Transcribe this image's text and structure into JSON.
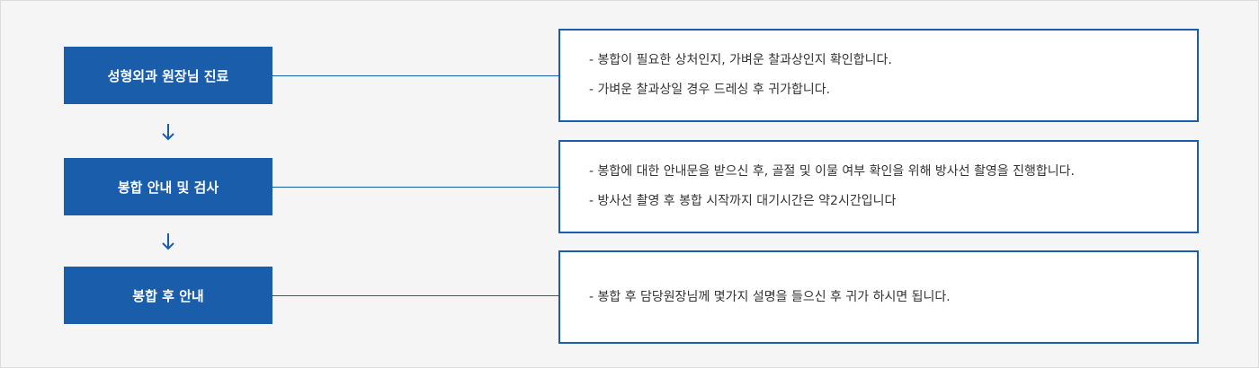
{
  "colors": {
    "accent": "#1a5dab",
    "background": "#f5f5f5",
    "text": "#333333"
  },
  "steps": [
    {
      "label": "성형외과 원장님 진료",
      "details": [
        "- 봉합이 필요한 상처인지, 가벼운 찰과상인지 확인합니다.",
        "- 가벼운 찰과상일 경우 드레싱 후 귀가합니다."
      ]
    },
    {
      "label": "봉합 안내 및 검사",
      "details": [
        "- 봉합에 대한 안내문을 받으신 후, 골절 및 이물 여부 확인을 위해 방사선 촬영을 진행합니다.",
        "- 방사선 촬영 후 봉합 시작까지 대기시간은 약2시간입니다"
      ]
    },
    {
      "label": "봉합 후 안내",
      "details": [
        "- 봉합 후 담당원장님께 몇가지 설명을 들으신 후 귀가 하시면 됩니다."
      ]
    }
  ],
  "arrow_icon": "arrow-down-icon"
}
